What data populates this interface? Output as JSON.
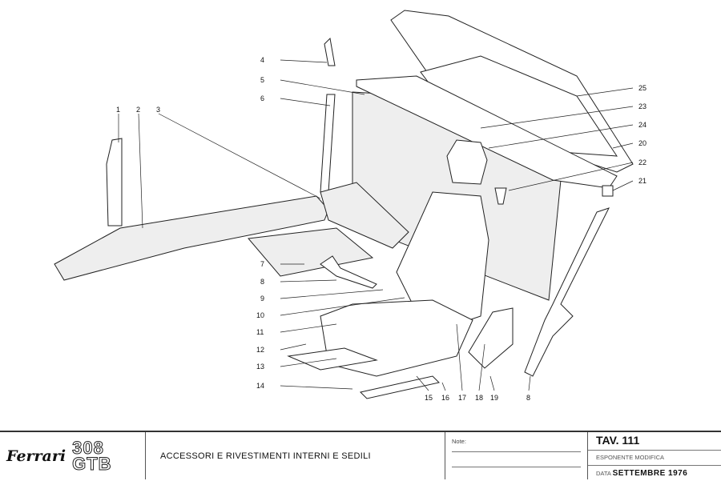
{
  "callouts": {
    "c1": "1",
    "c2": "2",
    "c3": "3",
    "c4": "4",
    "c5": "5",
    "c6": "6",
    "c7": "7",
    "c8a": "8",
    "c9": "9",
    "c10": "10",
    "c11": "11",
    "c12": "12",
    "c13": "13",
    "c14": "14",
    "c15": "15",
    "c16": "16",
    "c17": "17",
    "c18": "18",
    "c19": "19",
    "c8b": "8",
    "c25": "25",
    "c23": "23",
    "c24": "24",
    "c20": "20",
    "c22": "22",
    "c21": "21"
  },
  "title_block": {
    "brand": "Ferrari",
    "model_line1": "308",
    "model_line2": "GTB",
    "description": "ACCESSORI E RIVESTIMENTI INTERNI E SEDILI",
    "note_label": "Note:",
    "tav": "TAV. 111",
    "esponente_label": "ESPONENTE MODIFICA",
    "data_label": "DATA",
    "data_value": "SETTEMBRE 1976"
  }
}
